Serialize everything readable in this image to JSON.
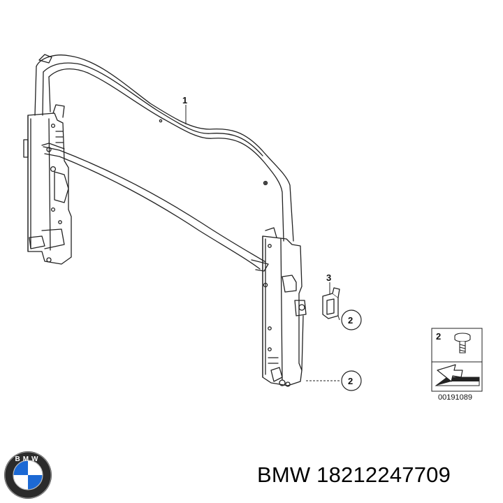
{
  "callouts": {
    "frame": "1",
    "bolt_top": "2",
    "bolt_bottom": "2",
    "clip": "3"
  },
  "legend": {
    "item_number": "2",
    "reference_code": "00191089"
  },
  "brand": {
    "logo_letters": "BMW",
    "part_text": "BMW 18212247709"
  },
  "colors": {
    "line": "#222222",
    "fill": "#ffffff",
    "logo_blue": "#1c69d4"
  }
}
